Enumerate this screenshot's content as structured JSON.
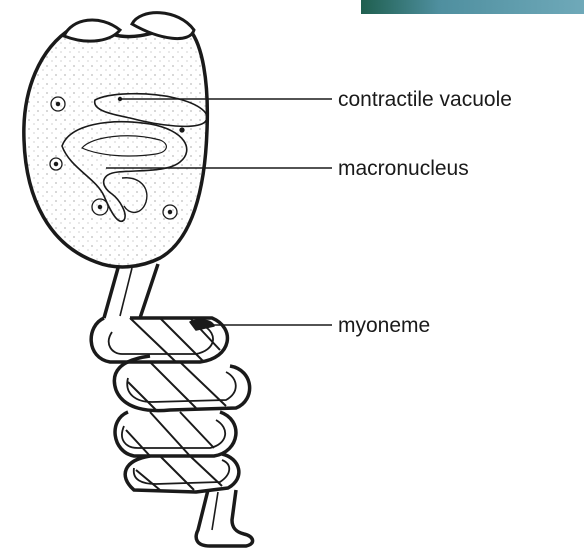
{
  "labels": {
    "contractile_vacuole": "contractile vacuole",
    "macronucleus": "macronucleus",
    "myoneme": "myoneme"
  },
  "colors": {
    "ink": "#1a1a1a",
    "corner_band_dark": "#1f5f4f",
    "corner_band_light": "#5f9faf"
  }
}
